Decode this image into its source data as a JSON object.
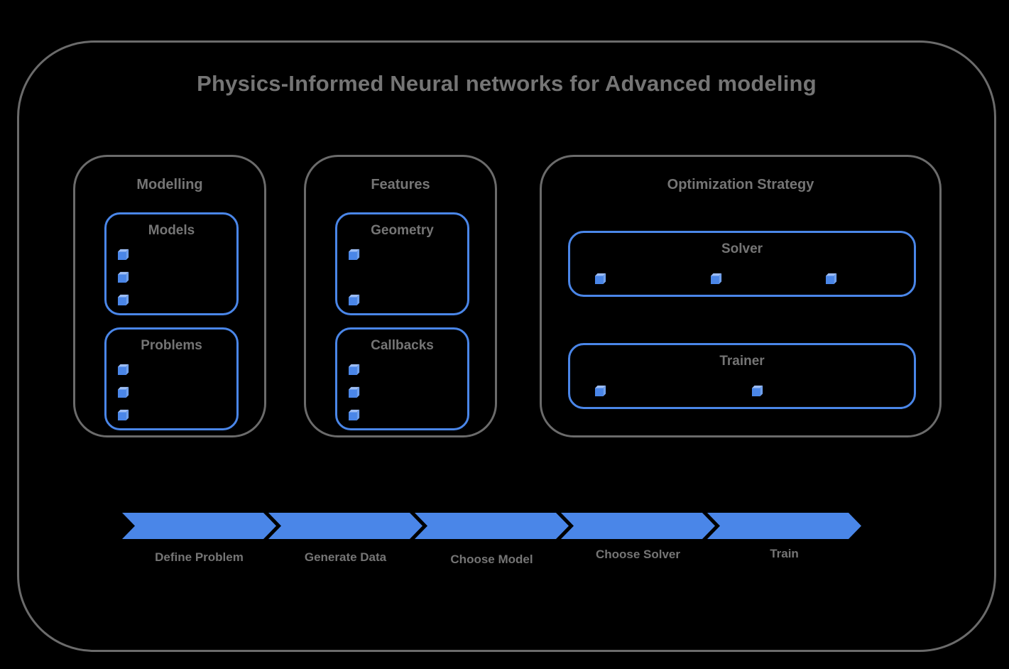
{
  "title": "Physics-Informed Neural networks for Advanced modeling",
  "sections": [
    {
      "title": "Modelling",
      "boxes": [
        {
          "title": "Models",
          "bullet_count": 3
        },
        {
          "title": "Problems",
          "bullet_count": 3
        }
      ]
    },
    {
      "title": "Features",
      "boxes": [
        {
          "title": "Geometry",
          "bullet_count": 2
        },
        {
          "title": "Callbacks",
          "bullet_count": 3
        }
      ]
    },
    {
      "title": "Optimization Strategy",
      "boxes": [
        {
          "title": "Solver",
          "bullet_count": 3
        },
        {
          "title": "Trainer",
          "bullet_count": 2
        }
      ]
    }
  ],
  "pipeline": {
    "steps": [
      "Define Problem",
      "Generate Data",
      "Choose Model",
      "Choose Solver",
      "Train"
    ]
  },
  "icons": {
    "bullet": "cube-icon"
  },
  "colors": {
    "accent_blue": "#4a86e8",
    "cube_front": "#4a86e8",
    "cube_top": "#9dbdf4",
    "cube_side": "#6fa0ee",
    "frame_gray": "#6b6b6b",
    "text_gray": "#757575",
    "background": "#000000"
  }
}
